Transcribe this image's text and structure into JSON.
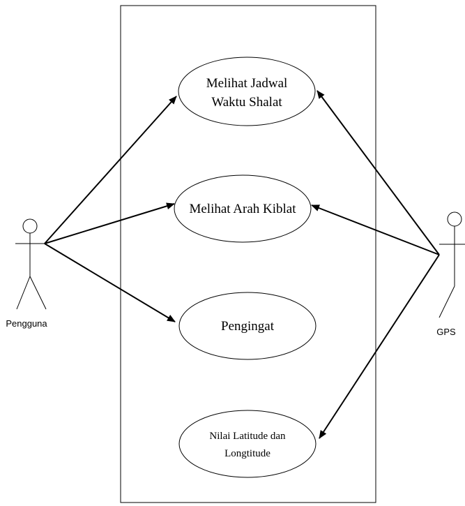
{
  "actors": {
    "pengguna": {
      "label": "Pengguna"
    },
    "gps": {
      "label": "GPS"
    }
  },
  "use_cases": {
    "jadwal": {
      "line1": "Melihat Jadwal",
      "line2": "Waktu Shalat"
    },
    "kiblat": {
      "line1": "Melihat Arah Kiblat"
    },
    "pengingat": {
      "line1": "Pengingat"
    },
    "latlong": {
      "line1": "Nilai Latitude dan",
      "line2": "Longtitude"
    }
  },
  "colors": {
    "stroke": "#000000",
    "background": "#ffffff"
  }
}
